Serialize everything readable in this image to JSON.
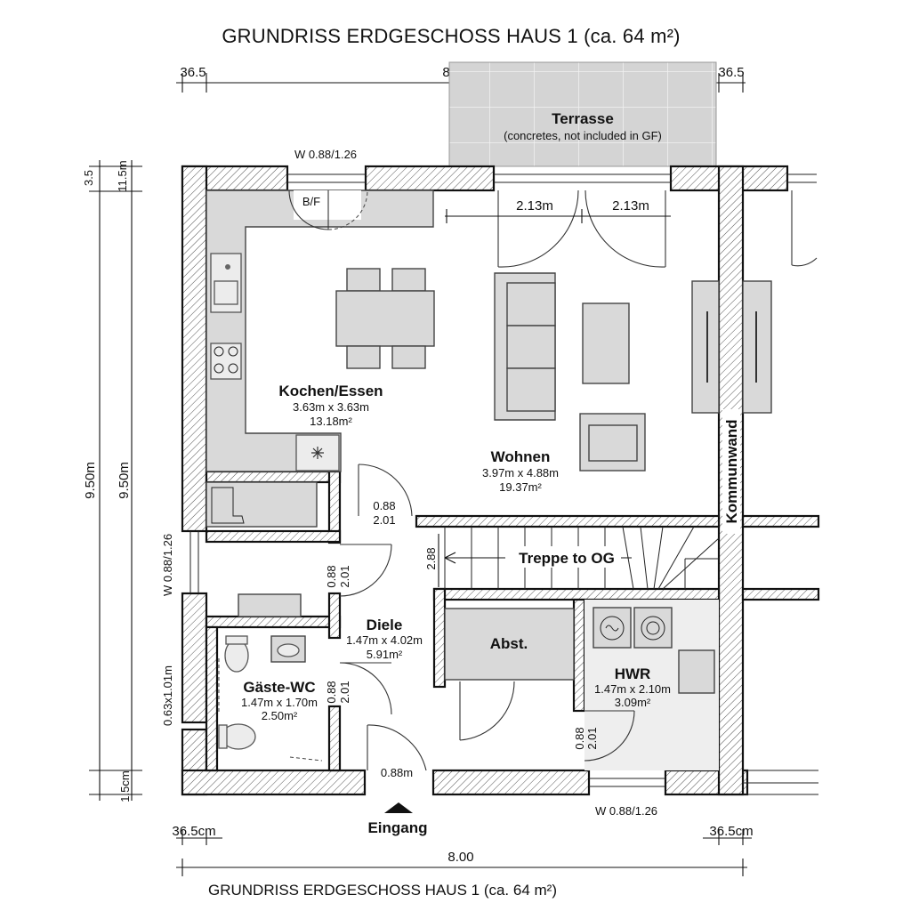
{
  "title": "GRUNDRISS ERDGESCHOSS HAUS 1  (ca. 64 m²)",
  "subtitle": "GRUNDRISS ERDGESCHOSS HAUS 1 (ca. 64 m²)",
  "dimensions": {
    "top_left": "36.5",
    "top_mid": "8.00",
    "top_right": "36.5",
    "left_small_a": "3.5",
    "left_small_b": "11.5m",
    "left_height_a": "9.50m",
    "left_height_b": "9.50m",
    "left_bottom_small": "1.5cm",
    "window_left": "W 0.88/1.26",
    "window_left_lower": "0.63x1.01m",
    "bottom_left": "36.5cm",
    "bottom_right": "36.5cm",
    "bottom_total": "8.00",
    "terrace_door_left": "2.13m",
    "terrace_door_right": "2.13m",
    "window_top": "W 0.88/1.26",
    "window_bottom": "W 0.88/1.26",
    "stair_width": "2.88",
    "entrance_width": "0.88m"
  },
  "rooms": {
    "terrasse": {
      "name": "Terrasse",
      "note": "(concretes, not included in GF)"
    },
    "kochen": {
      "name": "Kochen/Essen",
      "size": "3.63m x 3.63m",
      "area": "13.18m²"
    },
    "wohnen": {
      "name": "Wohnen",
      "size": "3.97m x 4.88m",
      "area": "19.37m²"
    },
    "diele": {
      "name": "Diele",
      "size": "1.47m x 4.02m",
      "area": "5.91m²"
    },
    "gaeste": {
      "name": "Gäste-WC",
      "size": "1.47m x 1.70m",
      "area": "2.50m²"
    },
    "hwr": {
      "name": "HWR",
      "size": "1.47m x 2.10m",
      "area": "3.09m²"
    },
    "abst": {
      "name": "Abst."
    },
    "treppe": {
      "name": "Treppe to OG"
    },
    "kommunwand": {
      "name": "Kommunwand"
    },
    "eingang": {
      "name": "Eingang"
    },
    "bf": {
      "name": "B/F"
    }
  },
  "doors": {
    "diele_upper_a": "0.88",
    "diele_upper_b": "2.01",
    "diele_mid_a": "0.88",
    "diele_mid_b": "2.01",
    "wc_a": "0.88",
    "wc_b": "2.01",
    "hwr_a": "0.88",
    "hwr_b": "2.01"
  }
}
